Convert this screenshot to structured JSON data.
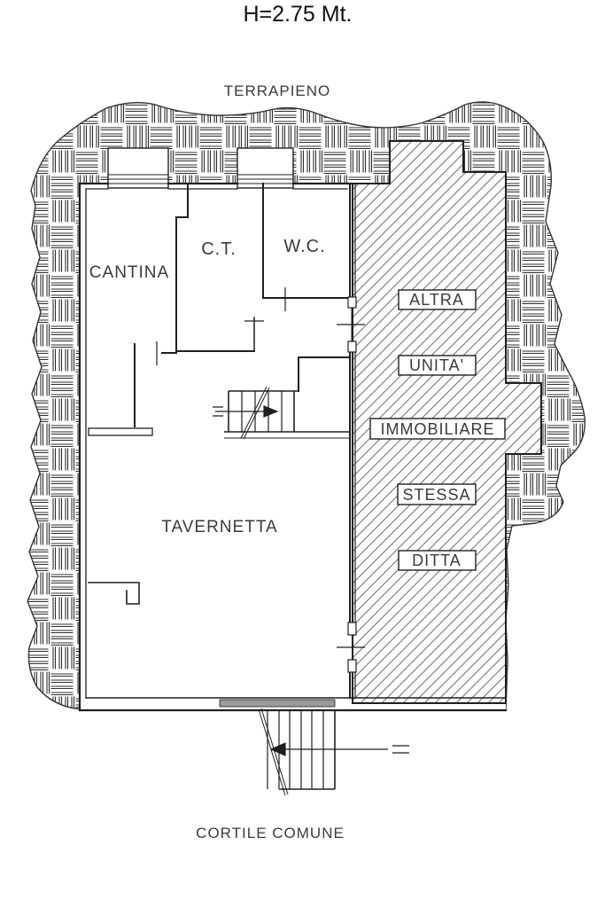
{
  "title": "H=2.75 Mt.",
  "annotations": {
    "top_zone": "TERRAPIENO",
    "bottom_zone": "CORTILE COMUNE"
  },
  "rooms": [
    {
      "id": "cantina",
      "label": "CANTINA"
    },
    {
      "id": "ct",
      "label": "C.T."
    },
    {
      "id": "wc",
      "label": "W.C."
    },
    {
      "id": "tavernetta",
      "label": "TAVERNETTA"
    }
  ],
  "adjacent_unit_labels": [
    "ALTRA",
    "UNITA'",
    "IMMOBILIARE",
    "STESSA",
    "DITTA"
  ],
  "colors": {
    "ink": "#1f1f1f",
    "hatch_line": "#6e6e6e",
    "weave_line": "#2e2e2e",
    "label_text": "#3a3a3a",
    "threshold": "#9a9a9a",
    "background": "#ffffff"
  }
}
